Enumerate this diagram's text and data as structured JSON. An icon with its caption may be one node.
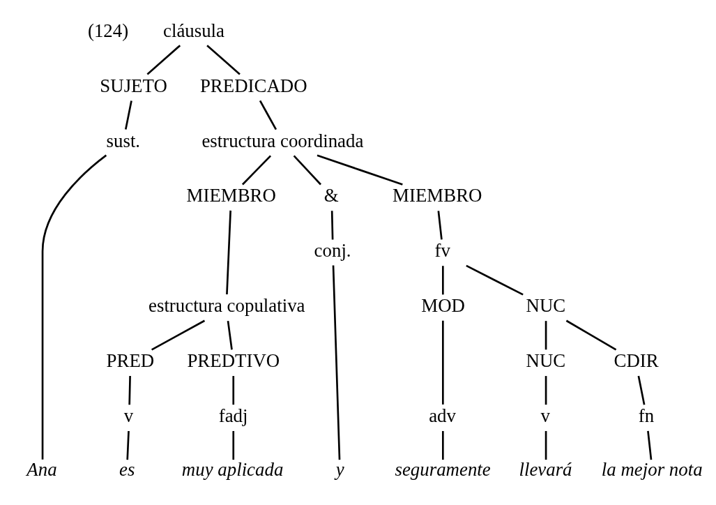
{
  "diagram": {
    "nodes": [
      {
        "text": [
          "cláusula"
        ]
      },
      {
        "text": [
          "SUJETO"
        ]
      },
      {
        "text": [
          "PREDICADO"
        ]
      },
      {
        "text": [
          "sust."
        ]
      },
      {
        "text": [
          "estructura coordinada"
        ]
      },
      {
        "text": [
          "MIEMBRO"
        ]
      },
      {
        "text": [
          "&"
        ]
      },
      {
        "text": [
          "MIEMBRO"
        ]
      },
      {
        "text": [
          "estructura copulativa"
        ]
      },
      {
        "text": [
          "conj."
        ]
      },
      {
        "text": [
          "fv"
        ]
      },
      {
        "text": [
          "PRED"
        ]
      },
      {
        "text": [
          "PREDTIVO"
        ]
      },
      {
        "text": [
          "MOD"
        ]
      },
      {
        "text": [
          "NUC"
        ]
      },
      {
        "text": [
          "v"
        ]
      },
      {
        "text": [
          "fadj"
        ]
      },
      {
        "text": [
          "adv"
        ]
      },
      {
        "text": [
          "NUC"
        ]
      },
      {
        "text": [
          "CDIR"
        ]
      },
      {
        "text": [
          "v"
        ]
      },
      {
        "text": [
          "fn"
        ]
      },
      {
        "text": [
          "Ana"
        ]
      },
      {
        "text": [
          "es"
        ]
      },
      {
        "text": [
          "muy aplicada"
        ]
      },
      {
        "text": [
          "y"
        ]
      },
      {
        "text": [
          "seguramente"
        ]
      },
      {
        "text": [
          "llevará"
        ]
      },
      {
        "text": [
          "la mejor nota"
        ]
      }
    ],
    "edges": [
      {
        "from": 0,
        "to": 1,
        "arrow": "none"
      },
      {
        "from": 0,
        "to": 2,
        "arrow": "none"
      },
      {
        "from": 1,
        "to": 3,
        "arrow": "none"
      },
      {
        "from": 2,
        "to": 4,
        "arrow": "none"
      },
      {
        "from": 4,
        "to": 5,
        "arrow": "none"
      },
      {
        "from": 4,
        "to": 6,
        "arrow": "none"
      },
      {
        "from": 4,
        "to": 7,
        "arrow": "none"
      },
      {
        "from": 5,
        "to": 8,
        "arrow": "none"
      },
      {
        "from": 6,
        "to": 9,
        "arrow": "none"
      },
      {
        "from": 7,
        "to": 10,
        "arrow": "none"
      },
      {
        "from": 8,
        "to": 11,
        "arrow": "none"
      },
      {
        "from": 8,
        "to": 12,
        "arrow": "none"
      },
      {
        "from": 10,
        "to": 13,
        "arrow": "none"
      },
      {
        "from": 10,
        "to": 14,
        "arrow": "none"
      },
      {
        "from": 11,
        "to": 15,
        "arrow": "none"
      },
      {
        "from": 12,
        "to": 16,
        "arrow": "none"
      },
      {
        "from": 13,
        "to": 17,
        "arrow": "none"
      },
      {
        "from": 14,
        "to": 18,
        "arrow": "none"
      },
      {
        "from": 14,
        "to": 19,
        "arrow": "none"
      },
      {
        "from": 18,
        "to": 20,
        "arrow": "none"
      },
      {
        "from": 19,
        "to": 21,
        "arrow": "none"
      },
      {
        "from": 3,
        "to": 22,
        "arrow": "none"
      },
      {
        "from": 15,
        "to": 23,
        "arrow": "none"
      },
      {
        "from": 16,
        "to": 24,
        "arrow": "none"
      },
      {
        "from": 9,
        "to": 25,
        "arrow": "none"
      },
      {
        "from": 17,
        "to": 26,
        "arrow": "none"
      },
      {
        "from": 20,
        "to": 27,
        "arrow": "none"
      },
      {
        "from": 21,
        "to": 28,
        "arrow": "none"
      }
    ],
    "labels": [
      "(124)"
    ]
  }
}
